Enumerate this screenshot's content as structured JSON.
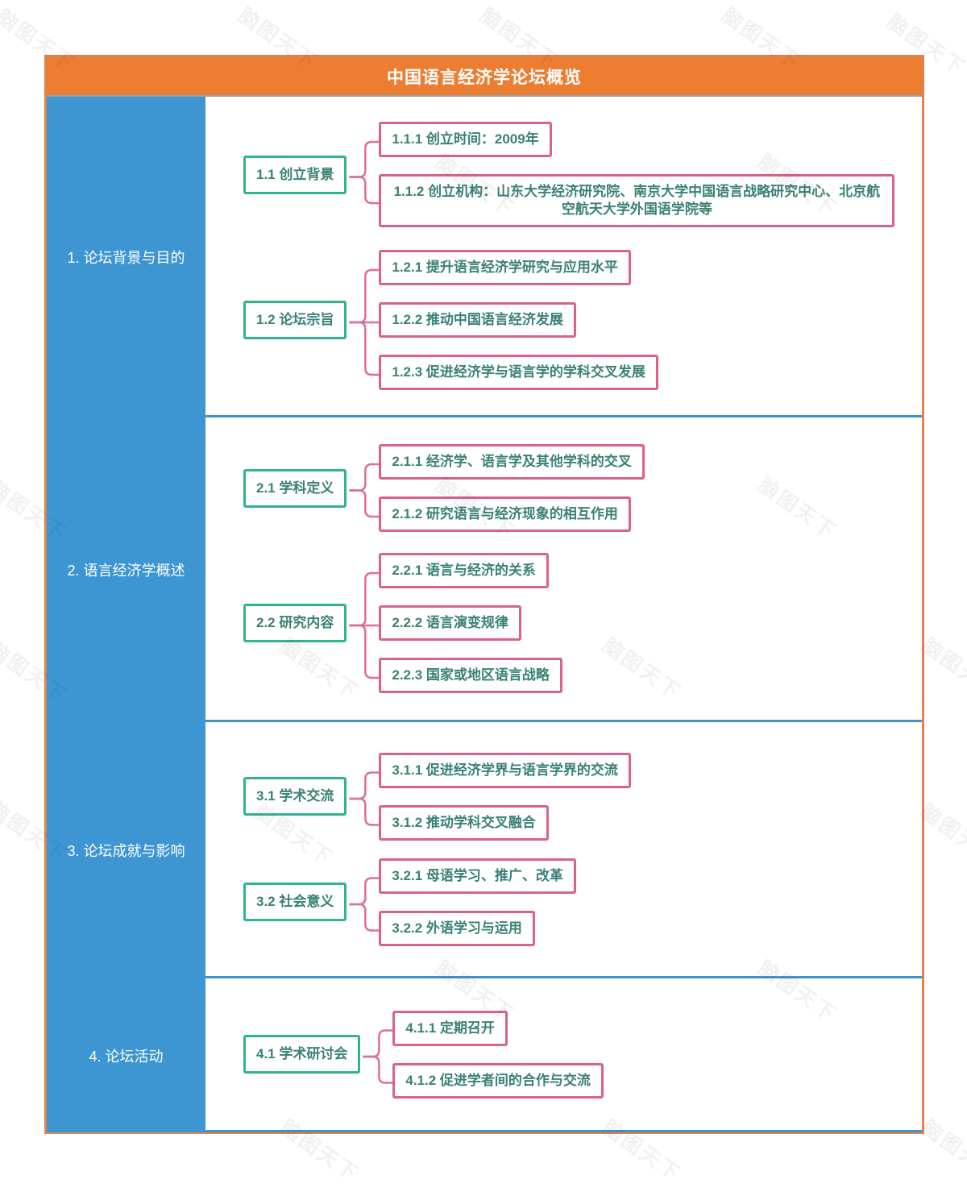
{
  "title": "中国语言经济学论坛概览",
  "watermark": {
    "text": "脑图天下"
  },
  "colors": {
    "header_orange": "#ed7d31",
    "frame_border": "#dd8452",
    "sidebar_blue": "#3d95d2",
    "divider_blue": "#4292c9",
    "branch_border_green": "#30b393",
    "leaf_border_pink": "#d8618e",
    "node_text_teal": "#3a8177",
    "connector_pink": "#dc6f9b"
  },
  "sections": [
    {
      "label": "1. 论坛背景与目的",
      "groups": [
        {
          "parent": "1.1 创立背景",
          "children": [
            "1.1.1 创立时间：2009年",
            "1.1.2 创立机构：山东大学经济研究院、南京大学中国语言战略研究中心、北京航空航天大学外国语学院等"
          ]
        },
        {
          "parent": "1.2 论坛宗旨",
          "children": [
            "1.2.1 提升语言经济学研究与应用水平",
            "1.2.2 推动中国语言经济发展",
            "1.2.3 促进经济学与语言学的学科交叉发展"
          ]
        }
      ]
    },
    {
      "label": "2. 语言经济学概述",
      "groups": [
        {
          "parent": "2.1 学科定义",
          "children": [
            "2.1.1 经济学、语言学及其他学科的交叉",
            "2.1.2 研究语言与经济现象的相互作用"
          ]
        },
        {
          "parent": "2.2 研究内容",
          "children": [
            "2.2.1 语言与经济的关系",
            "2.2.2 语言演变规律",
            "2.2.3 国家或地区语言战略"
          ]
        }
      ]
    },
    {
      "label": "3. 论坛成就与影响",
      "groups": [
        {
          "parent": "3.1 学术交流",
          "children": [
            "3.1.1 促进经济学界与语言学界的交流",
            "3.1.2 推动学科交叉融合"
          ]
        },
        {
          "parent": "3.2 社会意义",
          "children": [
            "3.2.1 母语学习、推广、改革",
            "3.2.2 外语学习与运用"
          ]
        }
      ]
    },
    {
      "label": "4. 论坛活动",
      "groups": [
        {
          "parent": "4.1 学术研讨会",
          "children": [
            "4.1.1 定期召开",
            "4.1.2 促进学者间的合作与交流"
          ]
        }
      ]
    }
  ]
}
